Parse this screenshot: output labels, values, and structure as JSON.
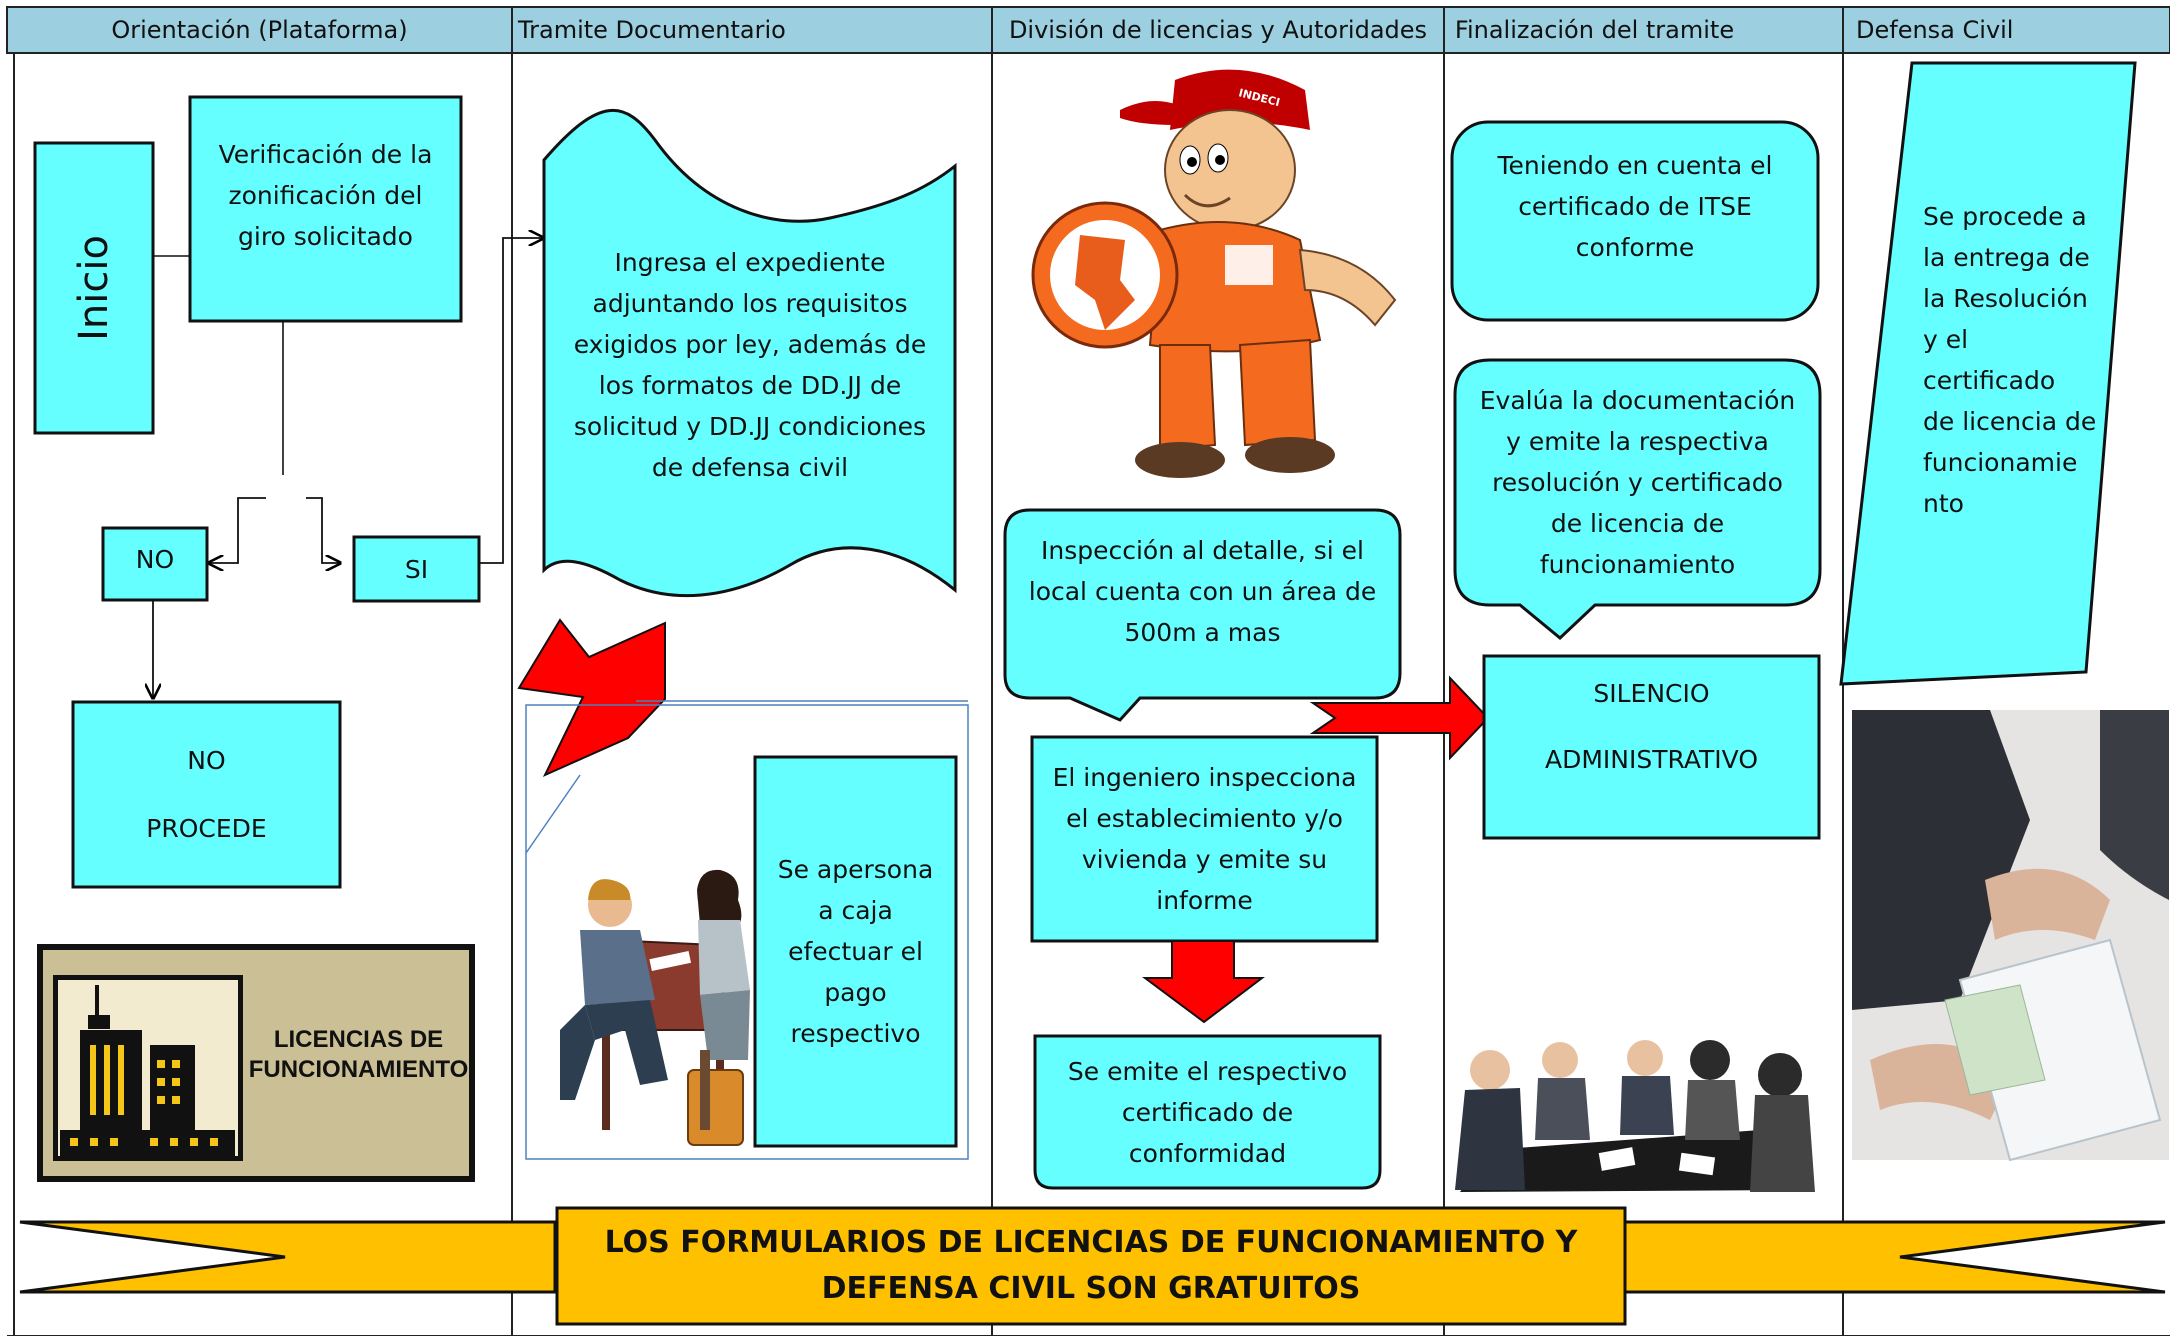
{
  "lanes": [
    {
      "title": "Orientación (Plataforma)"
    },
    {
      "title": "Tramite Documentario"
    },
    {
      "title": "División de licencias y Autoridades"
    },
    {
      "title": "Finalización del tramite"
    },
    {
      "title": "Defensa Civil"
    }
  ],
  "nodes": {
    "inicio": "Inicio",
    "verificacion": "Verificación de la\nzonificación del\ngiro solicitado",
    "no": "NO",
    "si": "SI",
    "no_procede": "NO\n\nPROCEDE",
    "logo_text": "LICENCIAS DE\nFUNCIONAMIENTO",
    "ingresa": "Ingresa el expediente\nadjuntando los requisitos\nexigidos por ley, además de\nlos formatos de DD.JJ de\nsolicitud y DD.JJ condiciones\nde defensa civil",
    "caja": "Se apersona\na caja\nefectuar el\npago\nrespectivo",
    "inspeccion": "Inspección al detalle, si el\nlocal cuenta con un área de\n500m a mas",
    "ingeniero": "El ingeniero inspecciona\nel establecimiento y/o\nvivienda y emite su\ninforme",
    "certificado": "Se emite el respectivo\ncertificado de\nconformidad",
    "itse": "Teniendo en cuenta el\ncertificado de ITSE\nconforme",
    "evalua": "Evalúa la documentación\ny emite la respectiva\nresolución y certificado\nde licencia de\nfuncionamiento",
    "silencio": "SILENCIO\n\nADMINISTRATIVO",
    "entrega": "Se procede a\nla entrega de\nla Resolución\ny el\ncertificado\nde licencia de\nfuncionamie\nnto"
  },
  "banner": "LOS FORMULARIOS DE LICENCIAS DE FUNCIONAMIENTO Y\nDEFENSA CIVIL  SON GRATUITOS",
  "mascot_cap": "INDECI",
  "colors": {
    "box": "#66ffff",
    "header": "#9ccfe0",
    "arrow_red": "#ff0000",
    "banner": "#ffc000"
  },
  "icons": [
    "mascot-illustration",
    "meeting-illustration",
    "handshake-photo",
    "clerk-illustration",
    "building-logo-icon"
  ]
}
